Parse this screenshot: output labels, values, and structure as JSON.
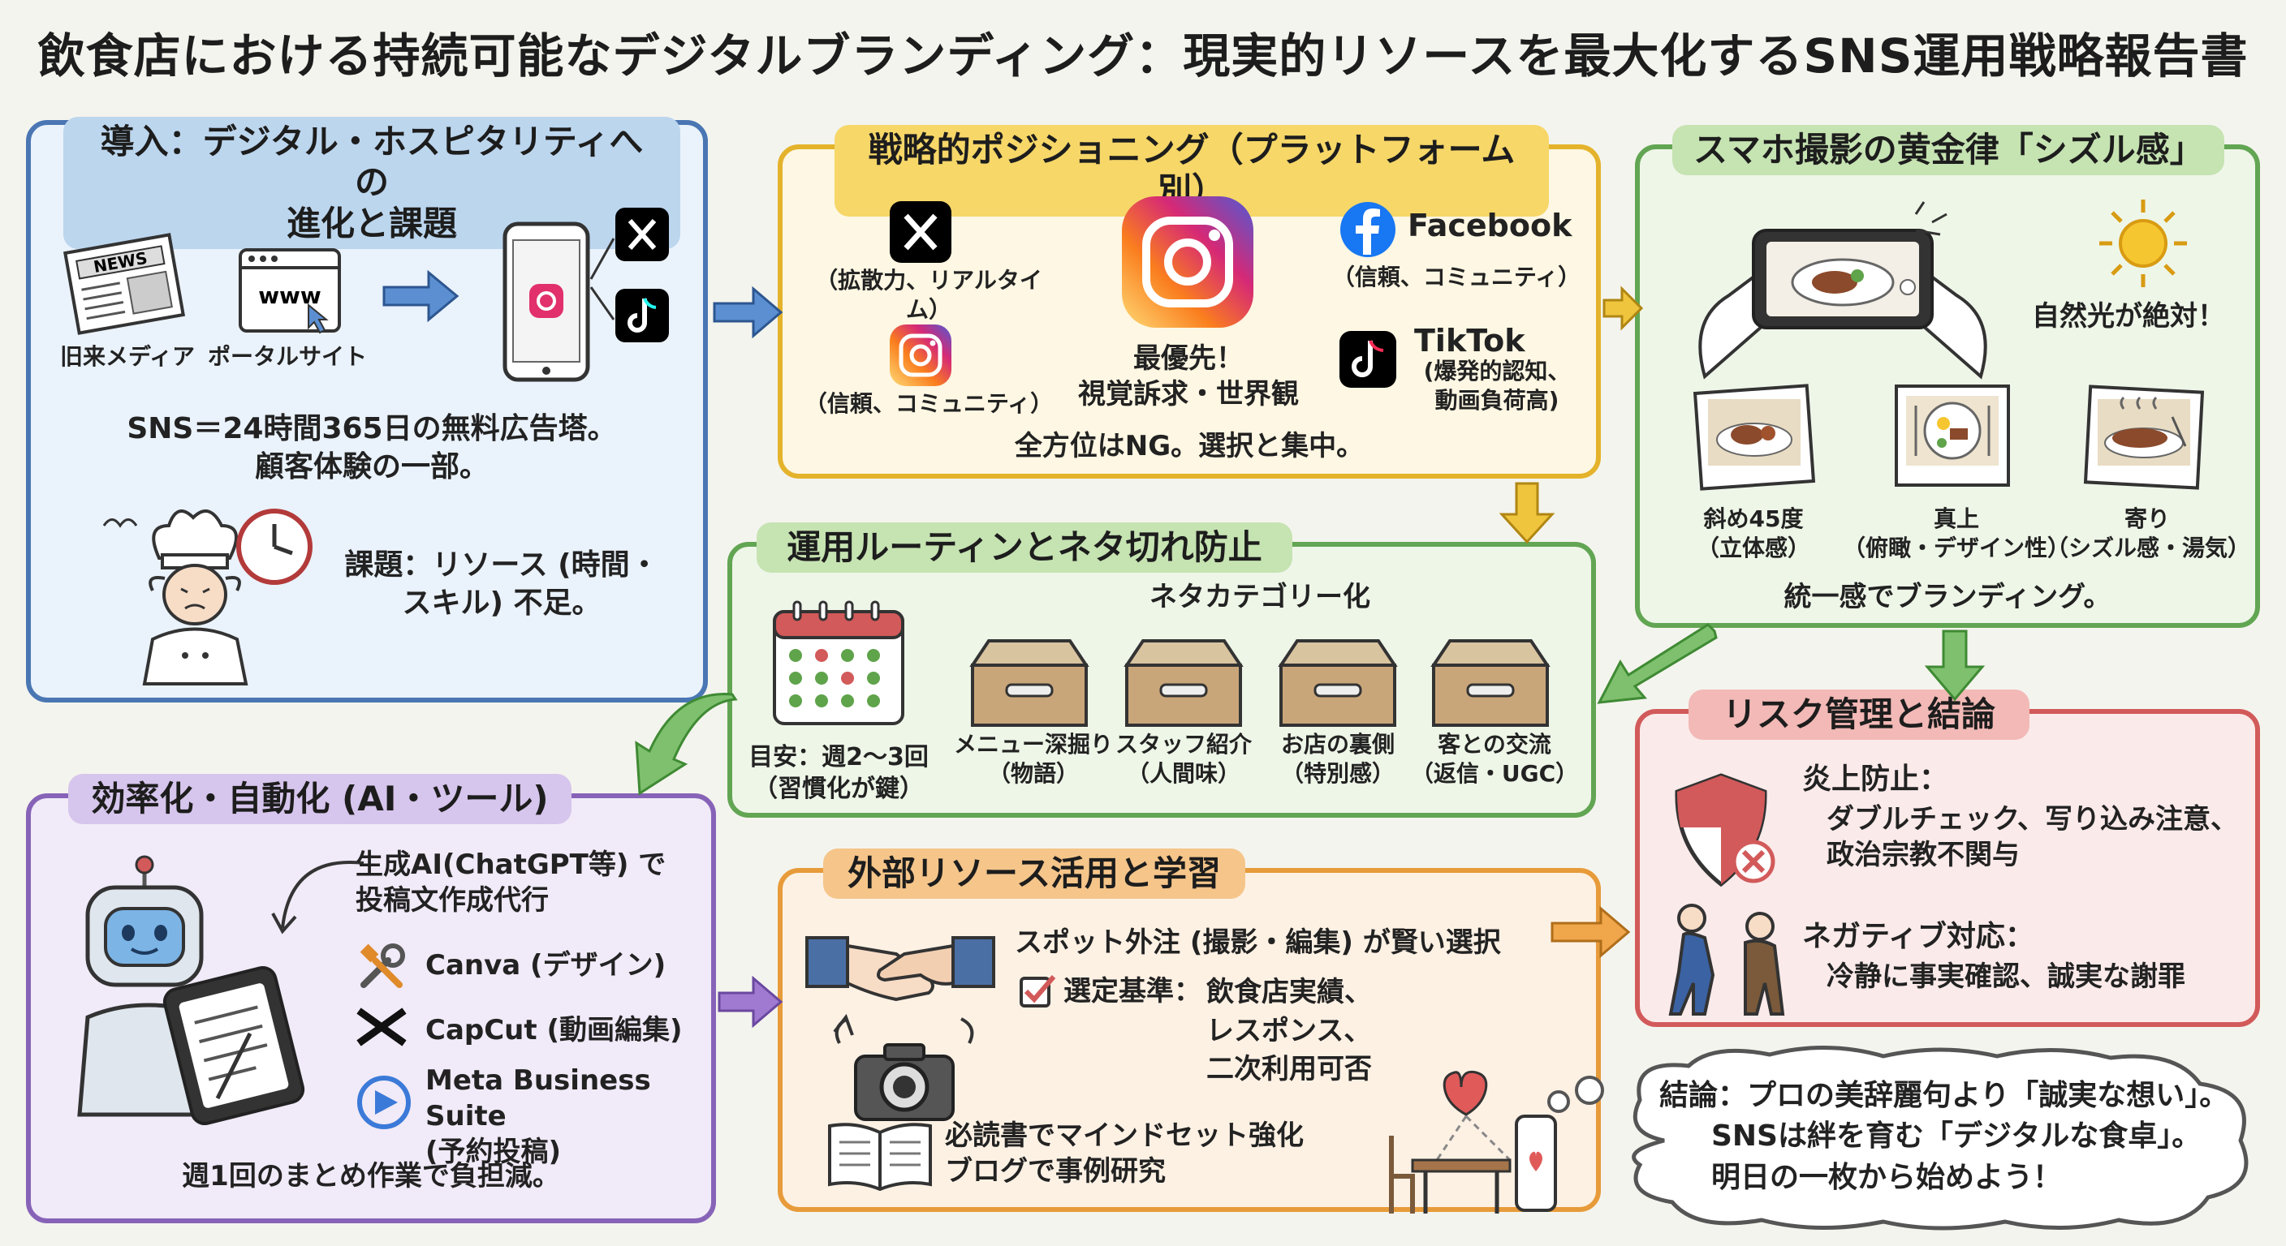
{
  "title": "飲食店における持続可能なデジタルブランディング：現実的リソースを最大化するSNS運用戦略報告書",
  "intro": {
    "heading_line1": "導入：デジタル・ホスピタリティへの",
    "heading_line2": "進化と課題",
    "news_icon_text": "NEWS",
    "www_icon_text": "www",
    "legacy_media": "旧来メディア",
    "portal_site": "ポータルサイト",
    "sns_line1": "SNS＝24時間365日の無料広告塔。",
    "sns_line2": "顧客体験の一部。",
    "issue_line1": "課題：リソース (時間・",
    "issue_line2": "スキル) 不足。"
  },
  "strategy": {
    "heading": "戦略的ポジショニング（プラットフォーム別）",
    "x_desc": "（拡散力、リアルタイム）",
    "ig_small_desc": "（信頼、コミュニティ）",
    "ig_main_line1": "最優先！",
    "ig_main_line2": "視覚訴求・世界観",
    "facebook_name": "Facebook",
    "facebook_desc": "（信頼、コミュニティ）",
    "tiktok_name": "TikTok",
    "tiktok_desc_line1": "(爆発的認知、",
    "tiktok_desc_line2": "動画負荷高)",
    "footer": "全方位はNG。選択と集中。"
  },
  "photo": {
    "heading": "スマホ撮影の黄金律「シズル感」",
    "natural_light": "自然光が絶対！",
    "angles": [
      {
        "name": "斜め45度",
        "desc": "（立体感）"
      },
      {
        "name": "真上",
        "desc": "（俯瞰・デザイン性）"
      },
      {
        "name": "寄り",
        "desc": "（シズル感・湯気）"
      }
    ],
    "footer": "統一感でブランディング。"
  },
  "routine": {
    "heading": "運用ルーティンとネタ切れ防止",
    "category_title": "ネタカテゴリー化",
    "frequency_line1": "目安：週2〜3回",
    "frequency_line2": "（習慣化が鍵）",
    "categories": [
      {
        "name": "メニュー深掘り",
        "desc": "（物語）"
      },
      {
        "name": "スタッフ紹介",
        "desc": "（人間味）"
      },
      {
        "name": "お店の裏側",
        "desc": "（特別感）"
      },
      {
        "name": "客との交流",
        "desc": "（返信・UGC）"
      }
    ]
  },
  "efficiency": {
    "heading": "効率化・自動化 (AI・ツール)",
    "ai_line1": "生成AI(ChatGPT等) で",
    "ai_line2": "投稿文作成代行",
    "tools": [
      {
        "name": "Canva (デザイン)"
      },
      {
        "name": "CapCut (動画編集)"
      },
      {
        "name": "Meta Business Suite",
        "desc": "(予約投稿)"
      }
    ],
    "footer": "週1回のまとめ作業で負担減。"
  },
  "external": {
    "heading": "外部リソース活用と学習",
    "spot": "スポット外注 (撮影・編集) が賢い選択",
    "criteria_label": "選定基準：",
    "criteria": [
      "飲食店実績、",
      "レスポンス、",
      "二次利用可否"
    ],
    "learning_line1": "必読書でマインドセット強化",
    "learning_line2": "ブログで事例研究"
  },
  "risk": {
    "heading": "リスク管理と結論",
    "flame_title": "炎上防止：",
    "flame_line1": "ダブルチェック、写り込み注意、",
    "flame_line2": "政治宗教不関与",
    "negative_title": "ネガティブ対応：",
    "negative_line1": "冷静に事実確認、誠実な謝罪"
  },
  "conclusion": {
    "line1": "結論：プロの美辞麗句より「誠実な想い」。",
    "line2": "SNSは絆を育む「デジタルな食卓」。",
    "line3": "明日の一枚から始めよう！"
  },
  "colors": {
    "blue": "#4a76b3",
    "yellow": "#e4b32b",
    "green": "#62a553",
    "purple": "#8763b8",
    "orange": "#e79b3a",
    "red": "#d25a5a"
  }
}
